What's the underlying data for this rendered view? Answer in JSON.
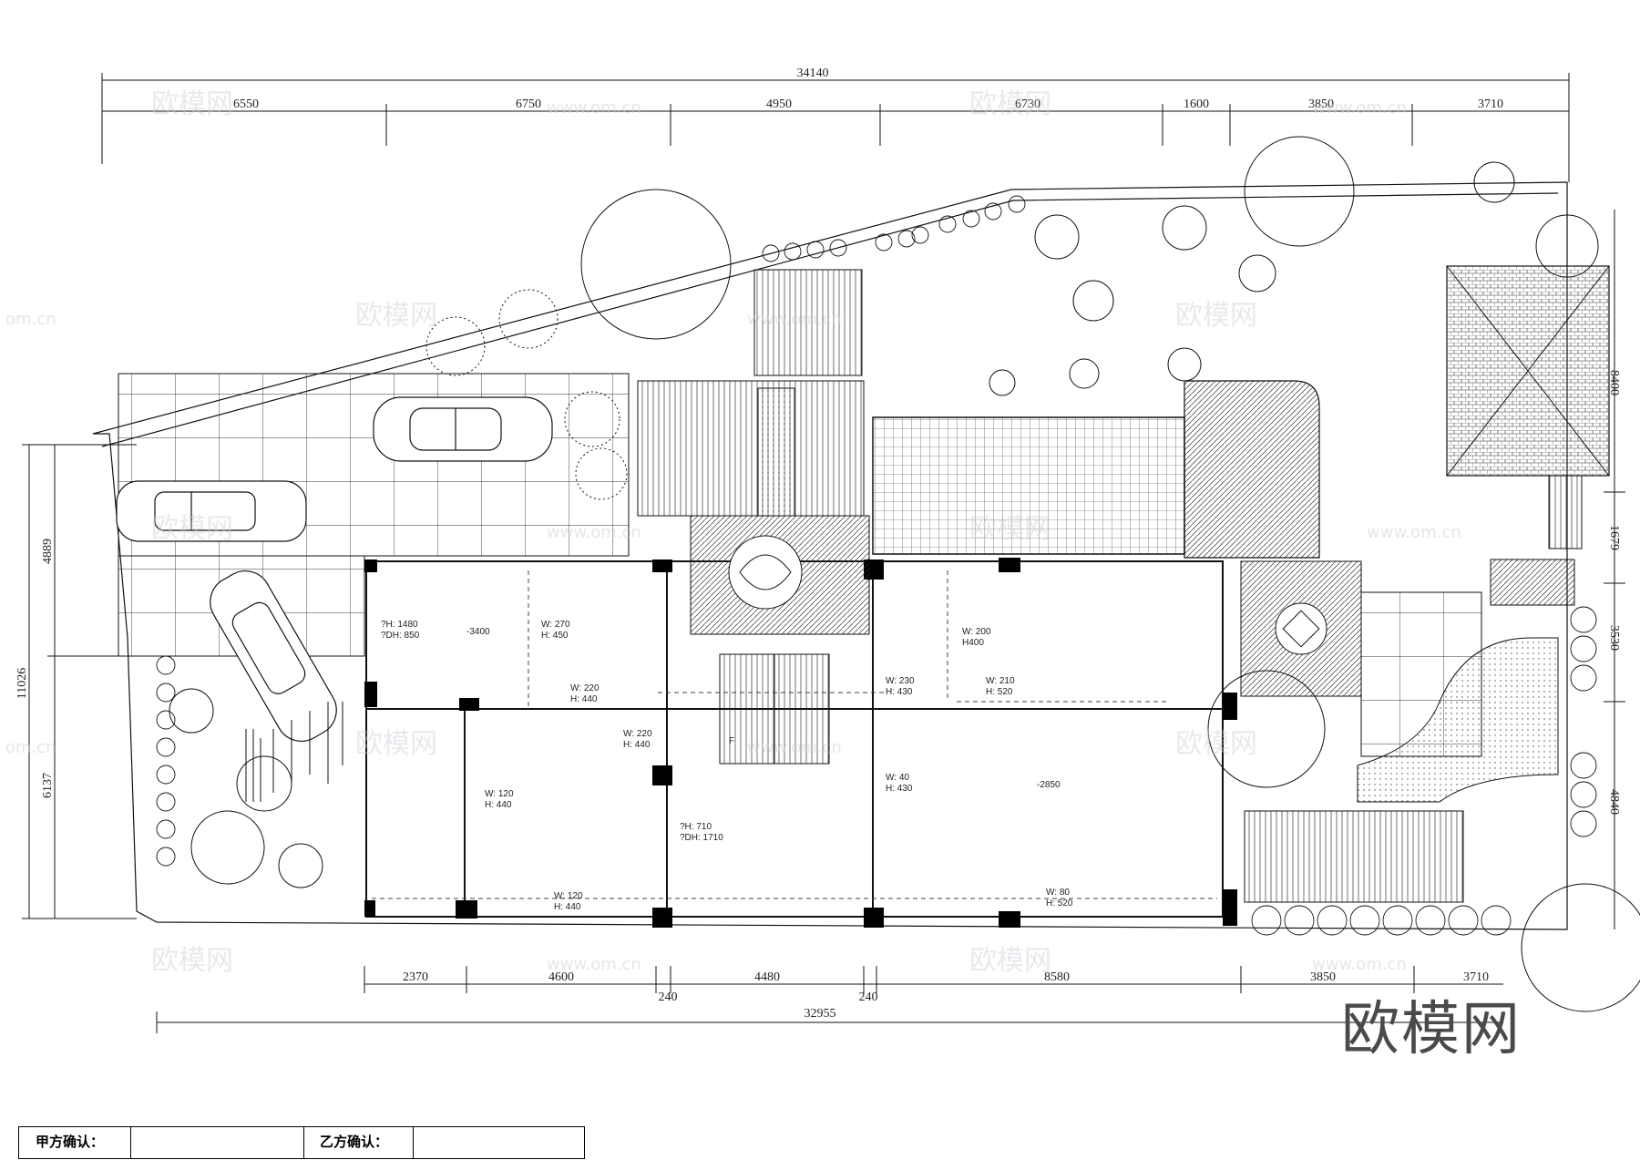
{
  "dimensions": {
    "top_total": "34140",
    "top_segments": [
      "6550",
      "6750",
      "4950",
      "6730",
      "1600",
      "3850",
      "3710"
    ],
    "bottom_total": "32955",
    "bottom_segments": [
      "2370",
      "4600",
      "4480",
      "8580",
      "3850",
      "3710"
    ],
    "bottom_wall_1": "240",
    "bottom_wall_2": "240",
    "left_total": "11026",
    "left_upper": "4889",
    "left_lower": "6137",
    "right_upper": "8400",
    "right_mid_1": "1679",
    "right_mid_2": "3530",
    "right_lower": "4840"
  },
  "annotations": {
    "a1": "?H: 1480",
    "a2": "?DH: 850",
    "b1": "W: 270",
    "b2": "H: 450",
    "c1": "W: 220",
    "c2": "H: 440",
    "d1": "W: 220",
    "d2": "H: 440",
    "e1": "W: 120",
    "e2": "H: 440",
    "f1": "W: 120",
    "f2": "H: 440",
    "g1": "?H: 710",
    "g2": "?DH: 1710",
    "h1": "W: 230",
    "h2": "H: 430",
    "i1": "W: 40",
    "i2": "H: 430",
    "j1": "W: 200",
    "j2": "H400",
    "k1": "W: 210",
    "k2": "H: 520",
    "l1": "W: 80",
    "l2": "H: 520",
    "level_1": "-3400",
    "level_2": "-2850",
    "stair_mark": "F"
  },
  "watermarks": {
    "logo": "欧模网",
    "url": "www.om.cn",
    "edge_url": "om.cn"
  },
  "brand": "欧模网",
  "title_block": {
    "party_a": "甲方确认：",
    "party_b": "乙方确认："
  },
  "colors": {
    "line": "#111111",
    "watermark": "#c9ced6"
  }
}
